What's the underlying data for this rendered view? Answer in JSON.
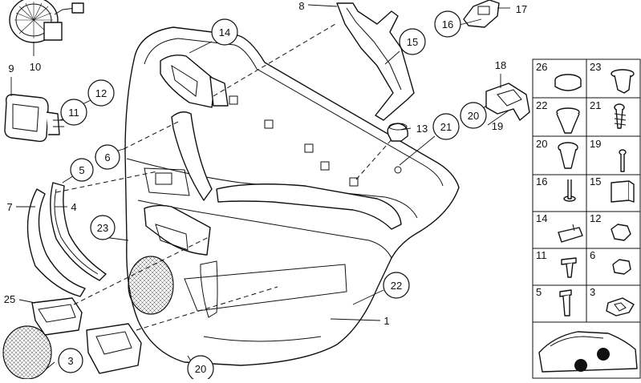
{
  "callouts": [
    {
      "id": "c14",
      "label": "14",
      "circled": true
    },
    {
      "id": "c15",
      "label": "15",
      "circled": true
    },
    {
      "id": "c16",
      "label": "16",
      "circled": true
    },
    {
      "id": "c11",
      "label": "11",
      "circled": true
    },
    {
      "id": "c12",
      "label": "12",
      "circled": true
    },
    {
      "id": "c6",
      "label": "6",
      "circled": true
    },
    {
      "id": "c5",
      "label": "5",
      "circled": true
    },
    {
      "id": "c20a",
      "label": "20",
      "circled": true
    },
    {
      "id": "c21",
      "label": "21",
      "circled": true
    },
    {
      "id": "c23",
      "label": "23",
      "circled": true
    },
    {
      "id": "c22",
      "label": "22",
      "circled": true
    },
    {
      "id": "c3",
      "label": "3",
      "circled": true
    },
    {
      "id": "c20b",
      "label": "20",
      "circled": true
    },
    {
      "id": "n8",
      "label": "8",
      "circled": false
    },
    {
      "id": "n17",
      "label": "17",
      "circled": false
    },
    {
      "id": "n18",
      "label": "18",
      "circled": false
    },
    {
      "id": "n19",
      "label": "19",
      "circled": false
    },
    {
      "id": "n13",
      "label": "13",
      "circled": false
    },
    {
      "id": "n9",
      "label": "9",
      "circled": false
    },
    {
      "id": "n10",
      "label": "10",
      "circled": false
    },
    {
      "id": "n7",
      "label": "7",
      "circled": false
    },
    {
      "id": "n4",
      "label": "4",
      "circled": false
    },
    {
      "id": "n25",
      "label": "25",
      "circled": false
    },
    {
      "id": "n1",
      "label": "1",
      "circled": false
    }
  ],
  "parts_grid": [
    {
      "left": "26",
      "right": "23"
    },
    {
      "left": "22",
      "right": "21"
    },
    {
      "left": "20",
      "right": "19"
    },
    {
      "left": "16",
      "right": "15"
    },
    {
      "left": "14",
      "right": "12"
    },
    {
      "left": "11",
      "right": "6"
    },
    {
      "left": "5",
      "right": "3"
    }
  ]
}
